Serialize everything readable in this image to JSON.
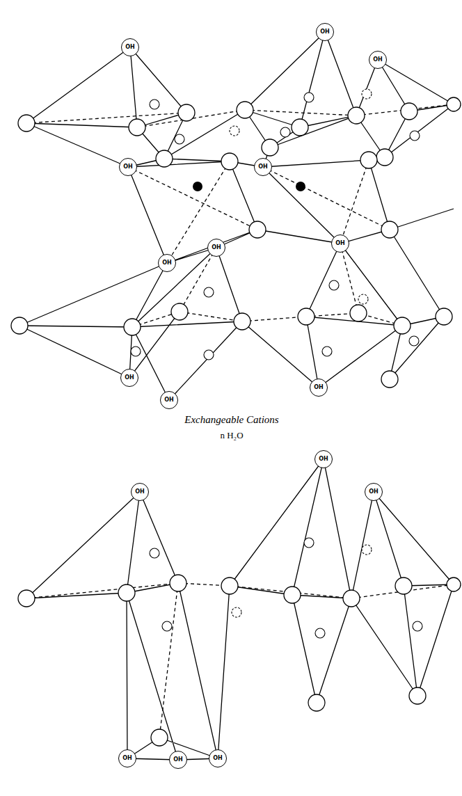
{
  "diagram": {
    "nodes": [
      {
        "text": [
          "OH"
        ]
      },
      {
        "text": [
          "OH"
        ]
      },
      {
        "text": [
          "OH"
        ]
      },
      {
        "text": [
          "OH"
        ]
      },
      {
        "text": [
          "OH"
        ]
      },
      {
        "text": [
          "OH"
        ]
      },
      {
        "text": [
          "OH"
        ]
      },
      {
        "text": [
          "OH"
        ]
      },
      {
        "text": [
          "OH"
        ]
      },
      {
        "text": [
          "OH"
        ]
      },
      {
        "text": [
          "OH"
        ]
      },
      {
        "text": [
          "OH"
        ]
      },
      {
        "text": [
          "OH"
        ]
      },
      {
        "text": [
          "OH"
        ]
      },
      {
        "text": [
          "OH"
        ]
      },
      {
        "text": [
          "OH"
        ]
      },
      {
        "text": [
          "OH"
        ]
      }
    ],
    "labels": [
      "Exchangeable Cations",
      "n H₂O"
    ]
  }
}
